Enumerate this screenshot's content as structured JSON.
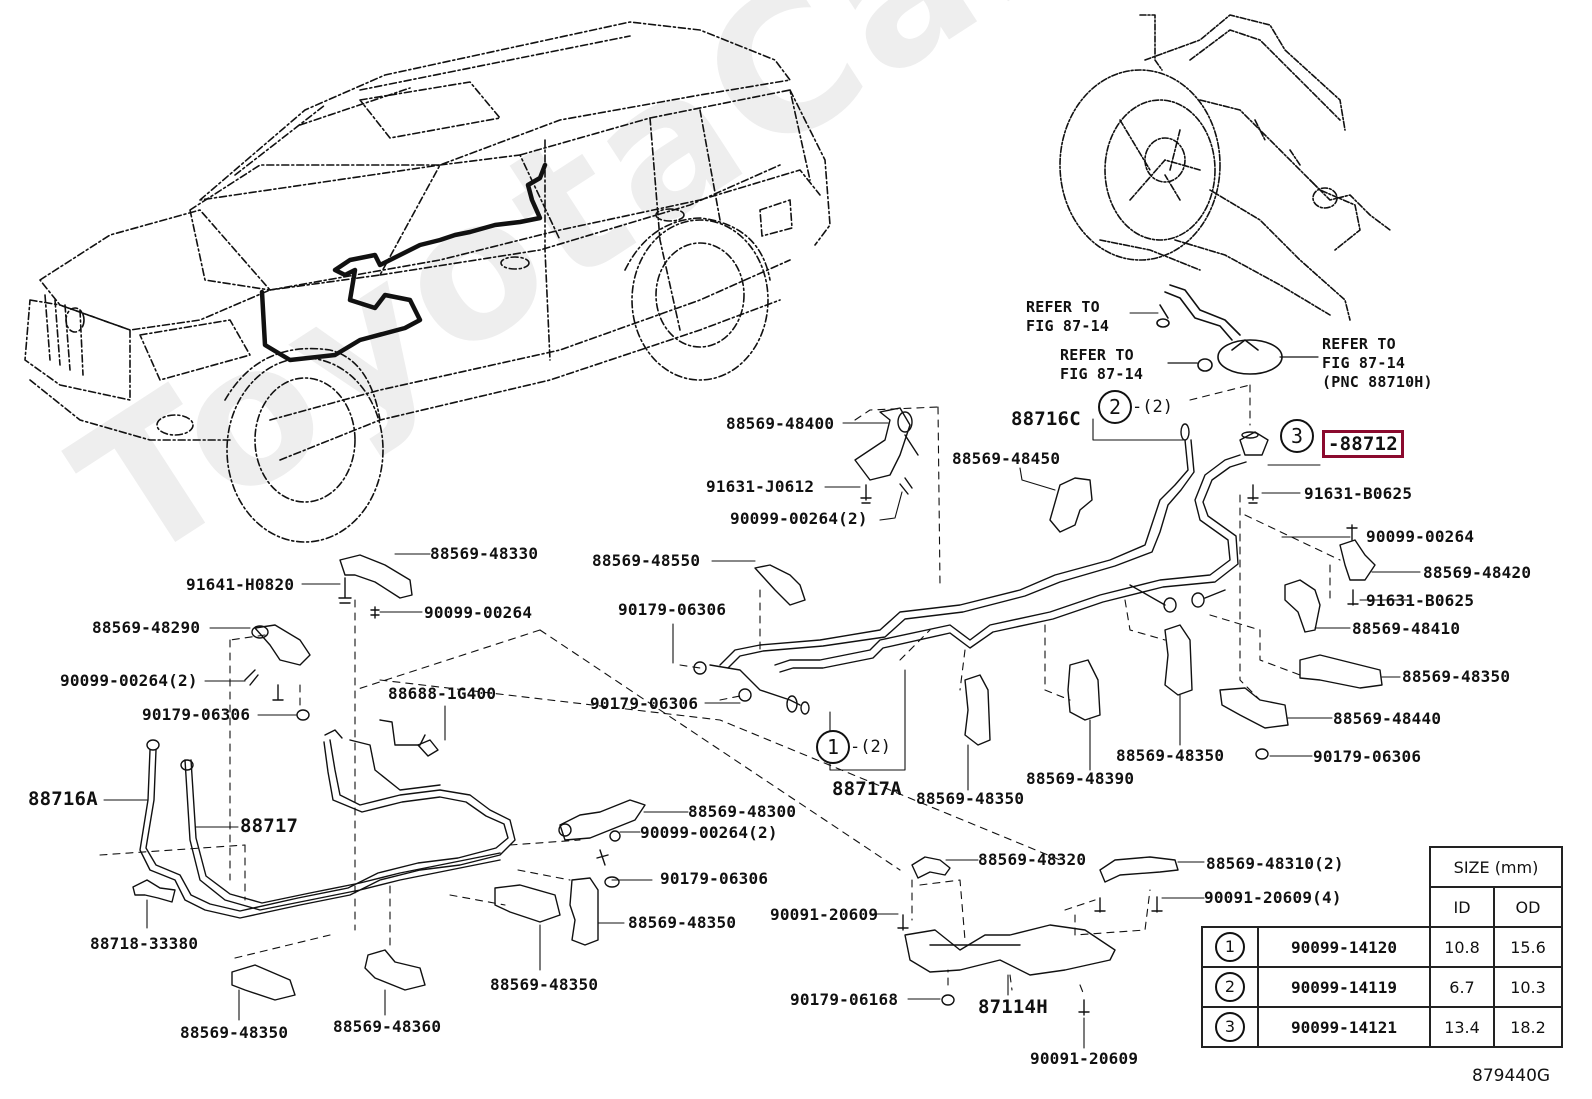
{
  "watermark": "ToyotaCarMine.ru",
  "figure_id": "879440G",
  "refer_notes": [
    {
      "id": "refer-1",
      "text": "REFER TO\nFIG 87-14"
    },
    {
      "id": "refer-2",
      "text": "REFER TO\nFIG 87-14"
    },
    {
      "id": "refer-3",
      "text": "REFER TO\nFIG 87-14\n(PNC 88710H)"
    }
  ],
  "highlighted_part": "88712",
  "callouts": [
    {
      "key": "2",
      "qty": "-(2)",
      "part": "88716C"
    },
    {
      "key": "3",
      "qty": "",
      "part": "88712"
    },
    {
      "key": "1",
      "qty": "-(2)",
      "part": "88717A"
    }
  ],
  "labels": {
    "l88716C": "88716C",
    "l88712": "-88712",
    "l88569_48400": "88569-48400",
    "l91631_J0612": "91631-J0612",
    "l90099_00264_2a": "90099-00264(2)",
    "l88569_48450": "88569-48450",
    "l91631_B0625a": "91631-B0625",
    "l90099_00264a": "90099-00264",
    "l88569_48420": "88569-48420",
    "l91631_B0625b": "91631-B0625",
    "l88569_48410": "88569-48410",
    "l88569_48350a": "88569-48350",
    "l88569_48440": "88569-48440",
    "l90179_06306a": "90179-06306",
    "l88569_48330": "88569-48330",
    "l91641_H0820": "91641-H0820",
    "l90099_00264b": "90099-00264",
    "l88569_48550": "88569-48550",
    "l90179_06306b": "90179-06306",
    "l88569_48290": "88569-48290",
    "l90099_00264_2b": "90099-00264(2)",
    "l90179_06306c": "90179-06306",
    "l88688_1G400": "88688-1G400",
    "l90179_06306d": "90179-06306",
    "l88717A": "88717A",
    "l88569_48350b": "88569-48350",
    "l88569_48390": "88569-48390",
    "l88569_48350c": "88569-48350",
    "l88716A": "88716A",
    "l88717": "88717",
    "l88569_48300": "88569-48300",
    "l90099_00264_2c": "90099-00264(2)",
    "l90179_06306e": "90179-06306",
    "l88569_48350d": "88569-48350",
    "l88718_33380": "88718-33380",
    "l88569_48350e": "88569-48350",
    "l88569_48350f": "88569-48350",
    "l88569_48360": "88569-48360",
    "l88569_48320": "88569-48320",
    "l88569_48310": "88569-48310(2)",
    "l90091_20609_4": "90091-20609(4)",
    "l90091_20609a": "90091-20609",
    "l90179_06168": "90179-06168",
    "l87114H": "87114H",
    "l90091_20609b": "90091-20609"
  },
  "size_table": {
    "header": "SIZE (mm)",
    "col_id": "ID",
    "col_od": "OD",
    "rows": [
      {
        "key": "1",
        "part": "90099-14120",
        "id": "10.8",
        "od": "15.6"
      },
      {
        "key": "2",
        "part": "90099-14119",
        "id": "6.7",
        "od": "10.3"
      },
      {
        "key": "3",
        "part": "90099-14121",
        "id": "13.4",
        "od": "18.2"
      }
    ]
  }
}
